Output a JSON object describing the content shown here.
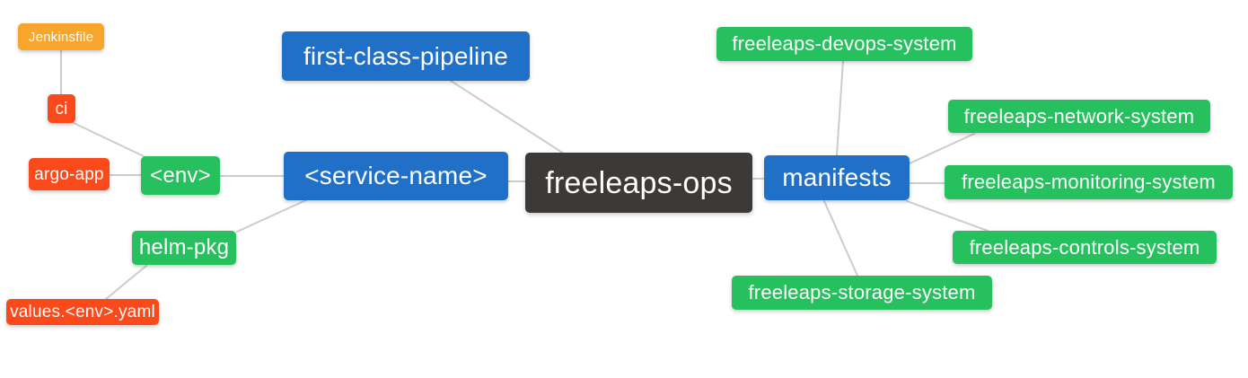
{
  "diagram": {
    "type": "mindmap",
    "root_label": "freeleaps-ops",
    "palette": {
      "blue": "#2170c8",
      "green": "#27c05e",
      "red": "#fa4a1c",
      "orange": "#f7a62b",
      "dark": "#3d3936",
      "edge_line": "#cccccc",
      "node_text": "#ffffff",
      "background": "#ffffff"
    },
    "nodes": [
      {
        "id": "jenkinsfile",
        "label": "Jenkinsfile",
        "color": "orange"
      },
      {
        "id": "ci",
        "label": "ci",
        "color": "red"
      },
      {
        "id": "argo-app",
        "label": "argo-app",
        "color": "red"
      },
      {
        "id": "env",
        "label": "<env>",
        "color": "green"
      },
      {
        "id": "helm-pkg",
        "label": "helm-pkg",
        "color": "green"
      },
      {
        "id": "values-env-yaml",
        "label": "values.<env>.yaml",
        "color": "red"
      },
      {
        "id": "first-class-pipeline",
        "label": "first-class-pipeline",
        "color": "blue"
      },
      {
        "id": "service-name",
        "label": "<service-name>",
        "color": "blue"
      },
      {
        "id": "freeleaps-ops",
        "label": "freeleaps-ops",
        "color": "dark"
      },
      {
        "id": "manifests",
        "label": "manifests",
        "color": "blue"
      },
      {
        "id": "devops-system",
        "label": "freeleaps-devops-system",
        "color": "green"
      },
      {
        "id": "network-system",
        "label": "freeleaps-network-system",
        "color": "green"
      },
      {
        "id": "monitoring-system",
        "label": "freeleaps-monitoring-system",
        "color": "green"
      },
      {
        "id": "controls-system",
        "label": "freeleaps-controls-system",
        "color": "green"
      },
      {
        "id": "storage-system",
        "label": "freeleaps-storage-system",
        "color": "green"
      }
    ],
    "edges": [
      {
        "from": "ci",
        "to": "jenkinsfile"
      },
      {
        "from": "env",
        "to": "ci"
      },
      {
        "from": "env",
        "to": "argo-app"
      },
      {
        "from": "service-name",
        "to": "env"
      },
      {
        "from": "service-name",
        "to": "helm-pkg"
      },
      {
        "from": "helm-pkg",
        "to": "values-env-yaml"
      },
      {
        "from": "freeleaps-ops",
        "to": "first-class-pipeline"
      },
      {
        "from": "freeleaps-ops",
        "to": "service-name"
      },
      {
        "from": "freeleaps-ops",
        "to": "manifests"
      },
      {
        "from": "manifests",
        "to": "devops-system"
      },
      {
        "from": "manifests",
        "to": "network-system"
      },
      {
        "from": "manifests",
        "to": "monitoring-system"
      },
      {
        "from": "manifests",
        "to": "controls-system"
      },
      {
        "from": "manifests",
        "to": "storage-system"
      }
    ]
  }
}
